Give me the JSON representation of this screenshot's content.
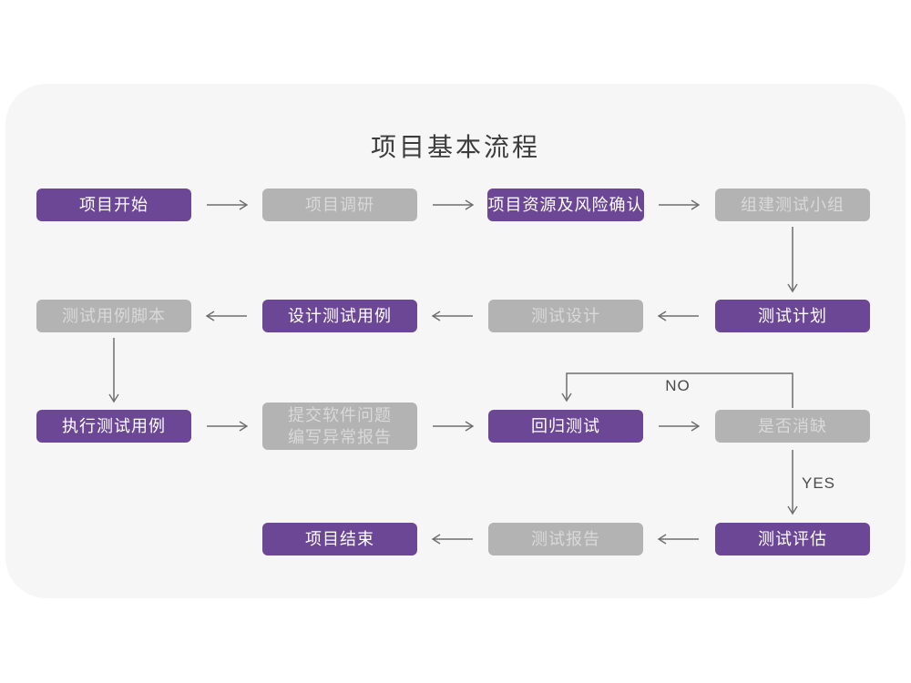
{
  "title": "项目基本流程",
  "colors": {
    "page_background": "#ffffff",
    "card_background": "#f6f6f7",
    "purple_box": "#6b4795",
    "gray_box": "#b3b3b3",
    "purple_box_text": "#ffffff",
    "gray_box_text": "#d9d9d9",
    "arrow": "#6e6e6e",
    "title_text": "#3c3c3c",
    "branch_label_text": "#4a4a4a"
  },
  "nodes": [
    {
      "label": "项目开始",
      "variant": "purple"
    },
    {
      "label": "项目调研",
      "variant": "gray"
    },
    {
      "label": "项目资源及风险确认",
      "variant": "purple"
    },
    {
      "label": "组建测试小组",
      "variant": "gray"
    },
    {
      "label": "测试计划",
      "variant": "purple"
    },
    {
      "label": "测试设计",
      "variant": "gray"
    },
    {
      "label": "设计测试用例",
      "variant": "purple"
    },
    {
      "label": "测试用例脚本",
      "variant": "gray"
    },
    {
      "label": "执行测试用例",
      "variant": "purple"
    },
    {
      "label_line1": "提交软件问题",
      "label_line2": "编写异常报告",
      "variant": "gray"
    },
    {
      "label": "回归测试",
      "variant": "purple"
    },
    {
      "label": "是否消缺",
      "variant": "gray"
    },
    {
      "label": "测试评估",
      "variant": "purple"
    },
    {
      "label": "测试报告",
      "variant": "gray"
    },
    {
      "label": "项目结束",
      "variant": "purple"
    }
  ],
  "branch_labels": {
    "no": "NO",
    "yes": "YES"
  }
}
